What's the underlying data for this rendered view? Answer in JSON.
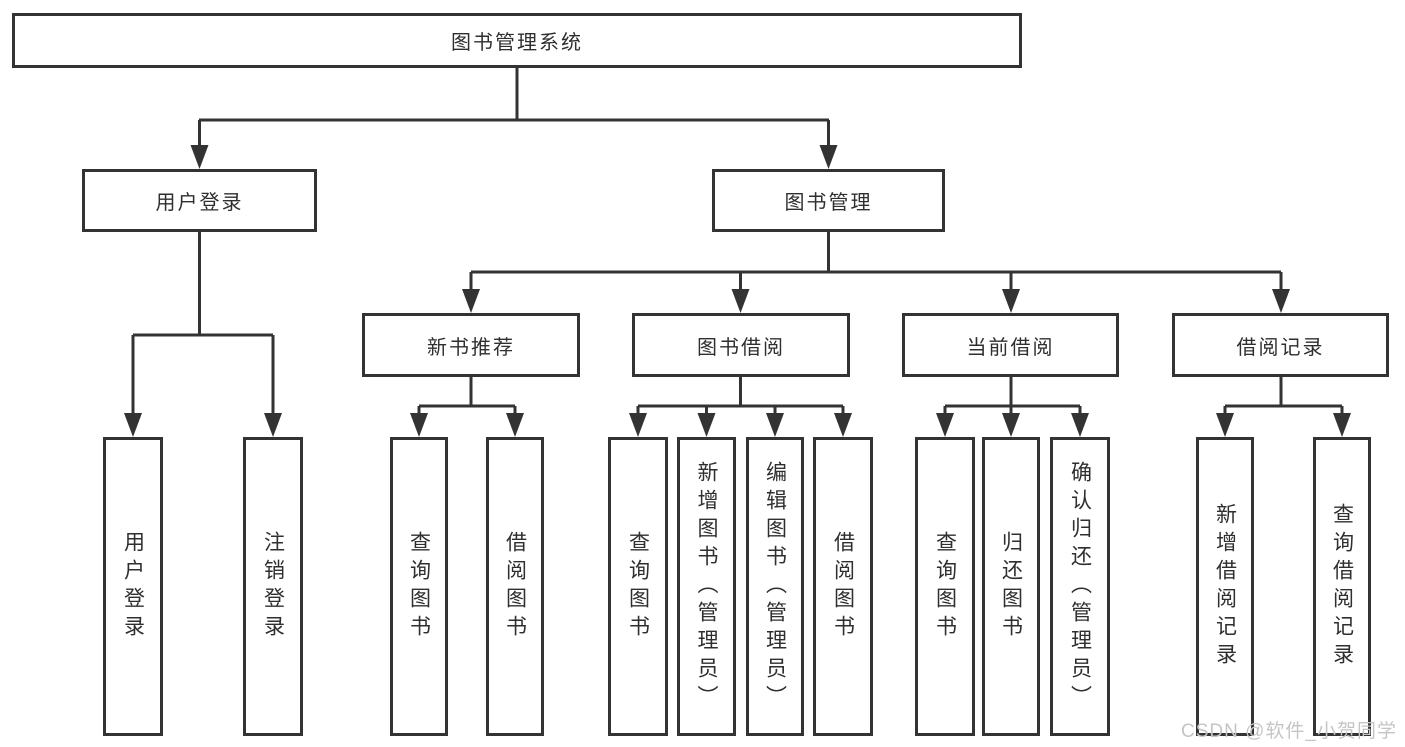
{
  "diagram": {
    "root": {
      "label": "图书管理系统"
    },
    "level2": [
      {
        "label": "用户登录"
      },
      {
        "label": "图书管理"
      }
    ],
    "level3": [
      {
        "label": "新书推荐"
      },
      {
        "label": "图书借阅"
      },
      {
        "label": "当前借阅"
      },
      {
        "label": "借阅记录"
      }
    ],
    "leaves": [
      {
        "label": "用户登录"
      },
      {
        "label": "注销登录"
      },
      {
        "label": "查询图书"
      },
      {
        "label": "借阅图书"
      },
      {
        "label": "查询图书"
      },
      {
        "label": "新增图书（管理员）"
      },
      {
        "label": "编辑图书（管理员）"
      },
      {
        "label": "借阅图书"
      },
      {
        "label": "查询图书"
      },
      {
        "label": "归还图书"
      },
      {
        "label": "确认归还（管理员）"
      },
      {
        "label": "新增借阅记录"
      },
      {
        "label": "查询借阅记录"
      }
    ]
  },
  "watermark": {
    "text": "CSDN @软件_小贺同学"
  },
  "colors": {
    "line": "#333333",
    "text": "#2f2f2f",
    "background": "#ffffff",
    "watermark": "#c5c5c5"
  }
}
